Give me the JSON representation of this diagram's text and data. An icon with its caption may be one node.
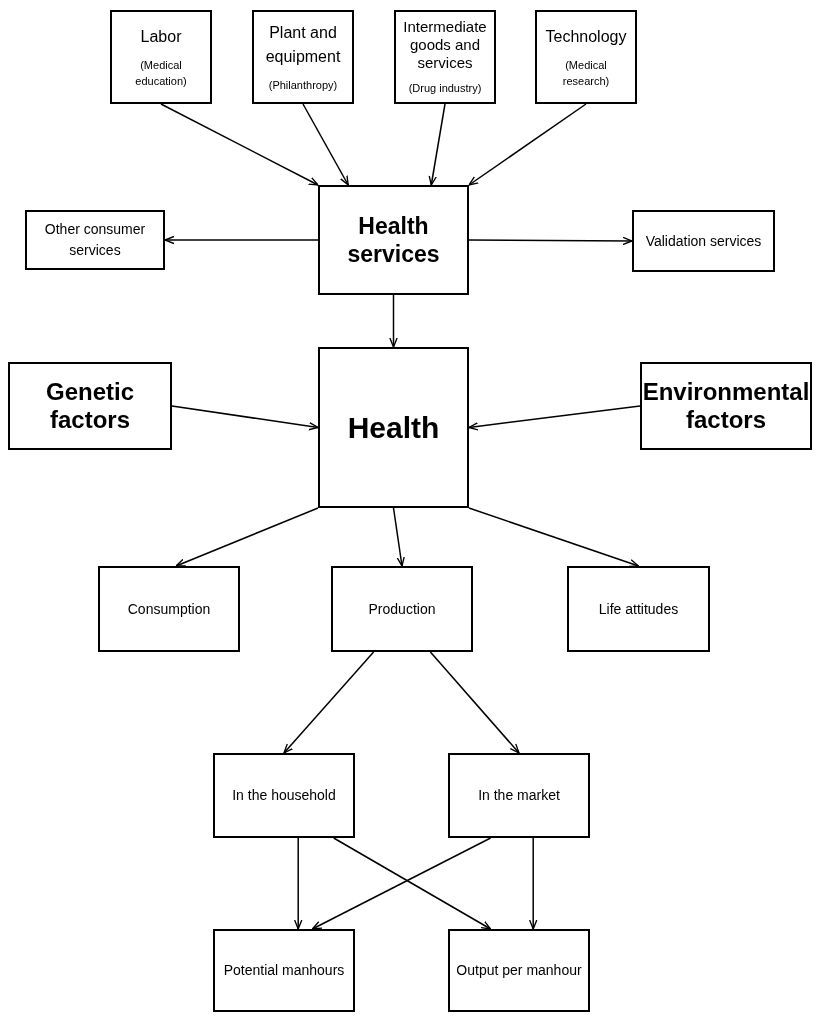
{
  "diagram": {
    "nodes": [
      {
        "text": [
          "Labor",
          "(Medical education)"
        ]
      },
      {
        "text": [
          "Plant and equipment",
          "(Philanthropy)"
        ]
      },
      {
        "text": [
          "Intermediate goods and services",
          "(Drug industry)"
        ]
      },
      {
        "text": [
          "Technology",
          "(Medical research)"
        ]
      },
      {
        "text": [
          "Health services"
        ]
      },
      {
        "text": [
          "Other consumer services"
        ]
      },
      {
        "text": [
          "Validation services"
        ]
      },
      {
        "text": [
          "Health"
        ]
      },
      {
        "text": [
          "Genetic factors"
        ]
      },
      {
        "text": [
          "Environmental factors"
        ]
      },
      {
        "text": [
          "Consumption"
        ]
      },
      {
        "text": [
          "Production"
        ]
      },
      {
        "text": [
          "Life attitudes"
        ]
      },
      {
        "text": [
          "In the household"
        ]
      },
      {
        "text": [
          "In the market"
        ]
      },
      {
        "text": [
          "Potential manhours"
        ]
      },
      {
        "text": [
          "Output per manhour"
        ]
      }
    ],
    "edges": [
      {
        "from": 0,
        "to": 4,
        "arrow": "to"
      },
      {
        "from": 1,
        "to": 4,
        "arrow": "to"
      },
      {
        "from": 2,
        "to": 4,
        "arrow": "to"
      },
      {
        "from": 3,
        "to": 4,
        "arrow": "to"
      },
      {
        "from": 4,
        "to": 5,
        "arrow": "to"
      },
      {
        "from": 4,
        "to": 6,
        "arrow": "to"
      },
      {
        "from": 4,
        "to": 7,
        "arrow": "to"
      },
      {
        "from": 8,
        "to": 7,
        "arrow": "to"
      },
      {
        "from": 9,
        "to": 7,
        "arrow": "to"
      },
      {
        "from": 7,
        "to": 10,
        "arrow": "to"
      },
      {
        "from": 7,
        "to": 11,
        "arrow": "to"
      },
      {
        "from": 7,
        "to": 12,
        "arrow": "to"
      },
      {
        "from": 11,
        "to": 13,
        "arrow": "to"
      },
      {
        "from": 11,
        "to": 14,
        "arrow": "to"
      },
      {
        "from": 13,
        "to": 15,
        "arrow": "to"
      },
      {
        "from": 13,
        "to": 16,
        "arrow": "to"
      },
      {
        "from": 14,
        "to": 15,
        "arrow": "to"
      },
      {
        "from": 14,
        "to": 16,
        "arrow": "to"
      }
    ]
  }
}
